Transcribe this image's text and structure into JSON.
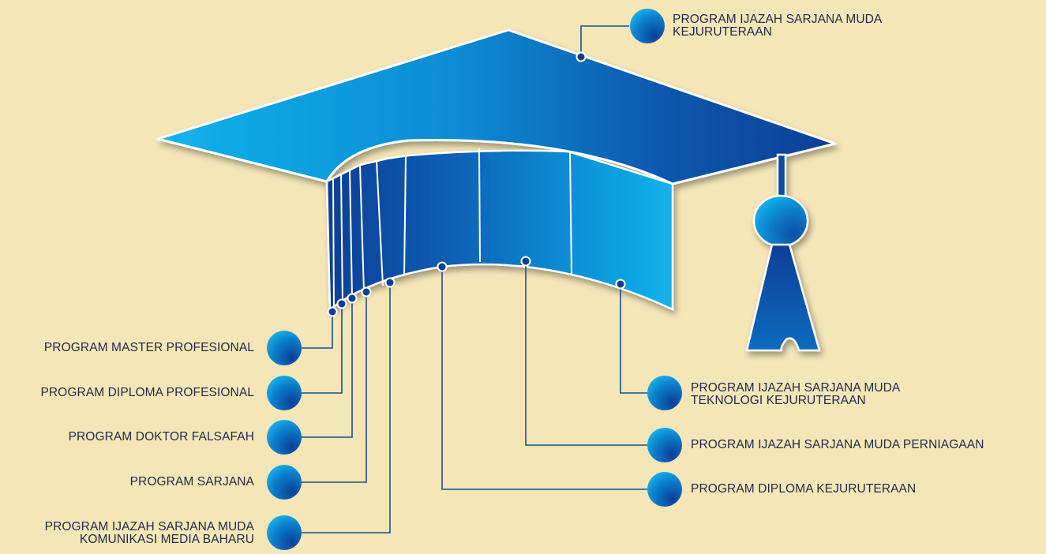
{
  "colors": {
    "background": "#f5e6b8",
    "cap_light": "#12b4ee",
    "cap_dark": "#0a3f96",
    "line": "#1b4f8f",
    "text": "#1e2a4a"
  },
  "programs": {
    "top": [
      "PROGRAM IJAZAH SARJANA MUDA",
      "KEJURUTERAAN"
    ],
    "left": [
      [
        "PROGRAM MASTER PROFESIONAL"
      ],
      [
        "PROGRAM DIPLOMA PROFESIONAL"
      ],
      [
        "PROGRAM DOKTOR FALSAFAH"
      ],
      [
        "PROGRAM SARJANA"
      ],
      [
        "PROGRAM IJAZAH SARJANA MUDA",
        "KOMUNIKASI MEDIA BAHARU"
      ]
    ],
    "right": [
      [
        "PROGRAM IJAZAH SARJANA MUDA",
        "TEKNOLOGI KEJURUTERAAN"
      ],
      [
        "PROGRAM IJAZAH SARJANA MUDA PERNIAGAAN"
      ],
      [
        "PROGRAM DIPLOMA KEJURUTERAAN"
      ]
    ]
  }
}
